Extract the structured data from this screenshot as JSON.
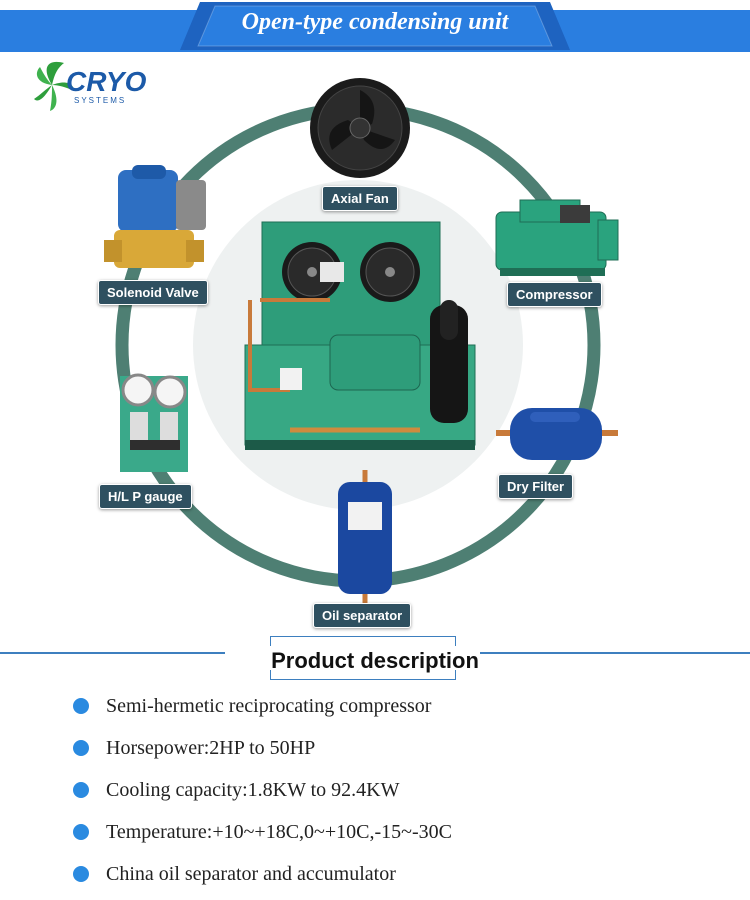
{
  "banner": {
    "title": "Open-type condensing unit",
    "color": "#2a7ee0"
  },
  "logo": {
    "text": "CRYO",
    "subtext": "SYSTEMS",
    "brand_color": "#1c5aa8",
    "leaf_color": "#2e9e3c"
  },
  "components": {
    "axial_fan": "Axial Fan",
    "solenoid_valve": "Solenoid Valve",
    "compressor": "Compressor",
    "hl_gauge": "H/L P gauge",
    "dry_filter": "Dry Filter",
    "oil_separator": "Oil separator"
  },
  "section": {
    "title": "Product description"
  },
  "features": [
    "Semi-hermetic reciprocating compressor",
    "Horsepower:2HP to 50HP",
    "Cooling capacity:1.8KW to 92.4KW",
    "Temperature:+10~+18C,0~+10C,-15~-30C",
    "China oil separator and accumulator"
  ],
  "colors": {
    "ring": "#4e7f73",
    "unit_green": "#2e9d7a",
    "accent_blue": "#3d7fbf"
  }
}
